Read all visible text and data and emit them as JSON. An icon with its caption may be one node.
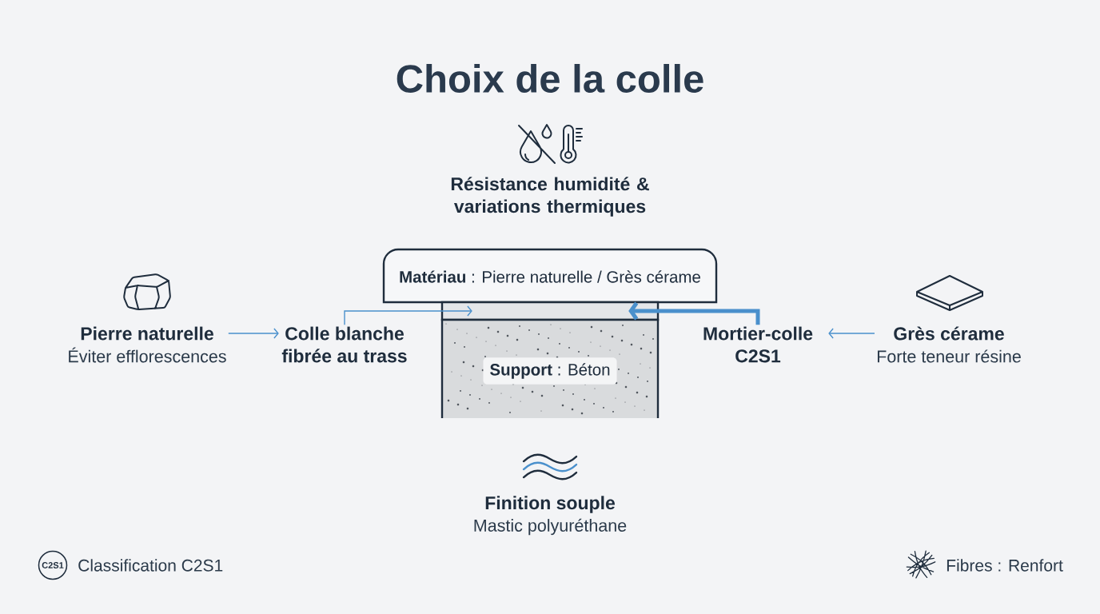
{
  "diagram": {
    "title": "Choix de la colle",
    "nodes": [
      {
        "text": [
          "**Matériau** : Pierre naturelle / Grès cérame"
        ]
      },
      {
        "text": [
          "Pierre naturelle",
          "Éviter efflorescences"
        ]
      },
      {
        "text": [
          "Colle blanche fibrée au trass"
        ]
      },
      {
        "text": [],
        "shape": "bar"
      },
      {
        "text": [
          "Mortier-colle C2S1"
        ]
      },
      {
        "text": [
          "Grès cérame",
          "Forte teneur résine"
        ]
      },
      {
        "text": [
          "**Support** : Béton"
        ]
      }
    ],
    "edges": [
      {
        "from": 1,
        "to": 2,
        "arrow": "to"
      },
      {
        "from": 2,
        "to": 3,
        "arrow": "to"
      },
      {
        "from": 4,
        "to": 3,
        "arrow": "to",
        "style": "thick"
      },
      {
        "from": 5,
        "to": 4,
        "arrow": "to"
      }
    ],
    "labels": [
      "Résistance humidité & variations thermiques",
      "Finition souple",
      "Mastic polyuréthane",
      "C2S1",
      "Classification C2S1",
      "Fibres : Renfort"
    ]
  }
}
